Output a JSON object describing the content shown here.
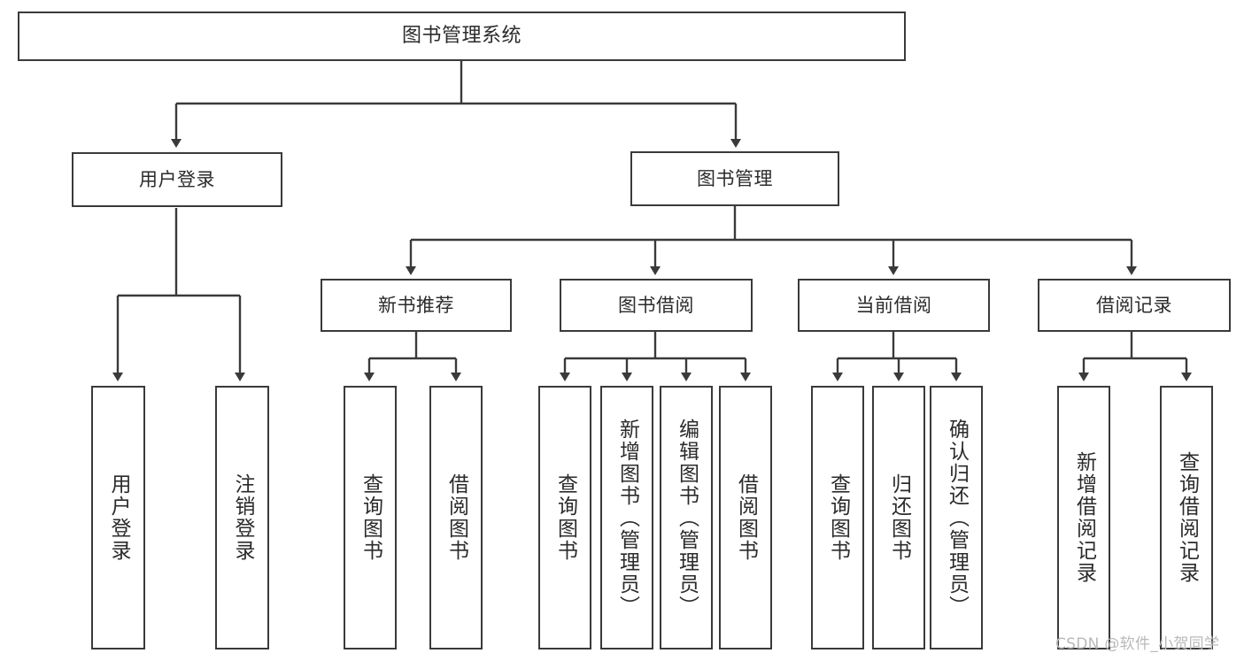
{
  "diagram": {
    "title_text": "图书管理系统",
    "type": "hierarchy-tree",
    "stroke_color": "#3a3a3a",
    "text_color": "#2b2b2b",
    "background_color": "#ffffff"
  },
  "root": {
    "label": "图书管理系统"
  },
  "level2": [
    {
      "label": "用户登录"
    },
    {
      "label": "图书管理"
    }
  ],
  "level3": [
    {
      "label": "新书推荐"
    },
    {
      "label": "图书借阅"
    },
    {
      "label": "当前借阅"
    },
    {
      "label": "借阅记录"
    }
  ],
  "leaves": {
    "user_login": [
      {
        "label": "用户登录"
      },
      {
        "label": "注销登录"
      }
    ],
    "new_book_recommend": [
      {
        "label": "查询图书"
      },
      {
        "label": "借阅图书"
      }
    ],
    "book_borrow": [
      {
        "label": "查询图书"
      },
      {
        "label": "新增图书（管理员）"
      },
      {
        "label": "编辑图书（管理员）"
      },
      {
        "label": "借阅图书"
      }
    ],
    "current_borrow": [
      {
        "label": "查询图书"
      },
      {
        "label": "归还图书"
      },
      {
        "label": "确认归还（管理员）"
      }
    ],
    "borrow_records": [
      {
        "label": "新增借阅记录"
      },
      {
        "label": "查询借阅记录"
      }
    ]
  },
  "watermark": {
    "text": "CSDN @软件_小贺同学"
  }
}
